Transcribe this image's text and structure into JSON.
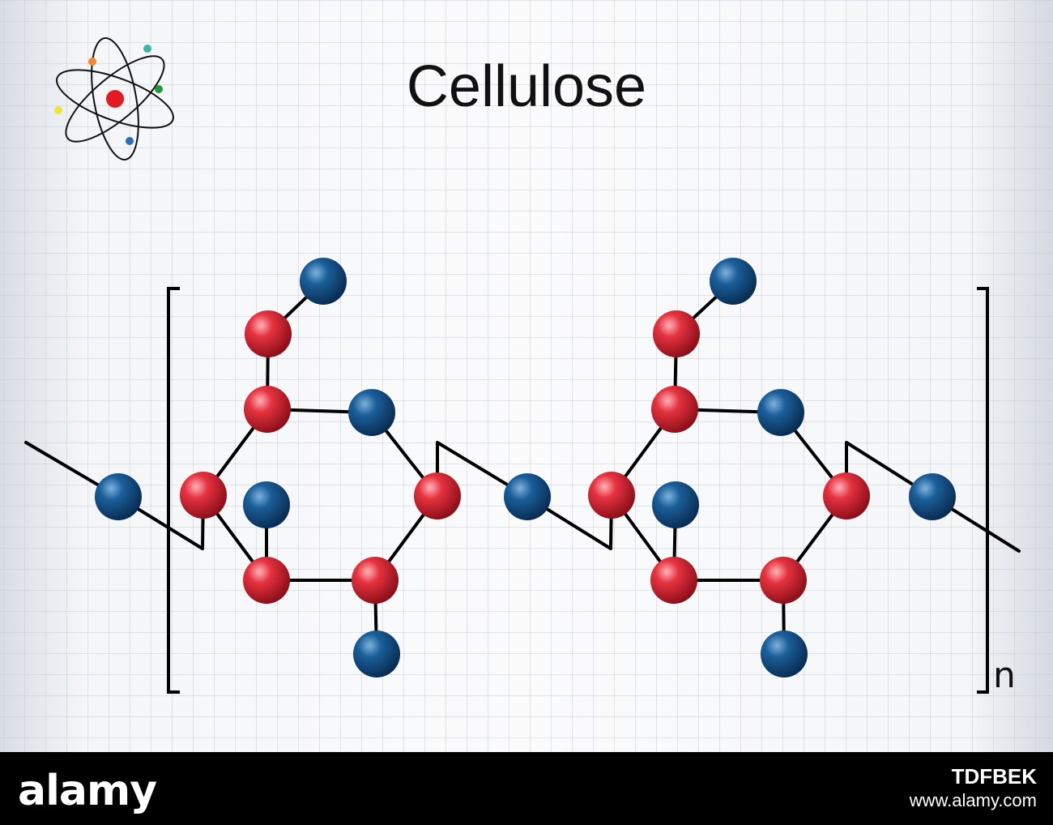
{
  "title": "Cellulose",
  "repeat_subscript": "n",
  "watermark": {
    "logo": "alamy",
    "image_id": "TDFBEK",
    "site": "www.alamy.com"
  },
  "colors": {
    "grid_line": "#c4ccd6",
    "paper": "#f1f3f6",
    "carbon_atom": "#c8202e",
    "oxygen_atom": "#0f4e86",
    "bond": "#000000",
    "footer": "#000000"
  },
  "icons": {
    "header_icon": "atom-icon"
  }
}
